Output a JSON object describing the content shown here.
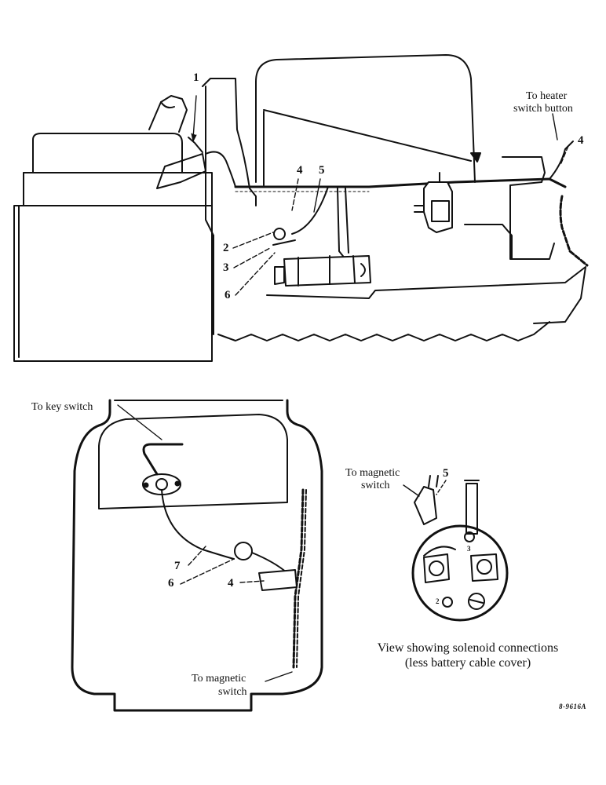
{
  "top_view": {
    "callouts": [
      "1",
      "2",
      "3",
      "4",
      "5",
      "6",
      "4"
    ],
    "heater_label_line1": "To heater",
    "heater_label_line2": "switch button"
  },
  "dash_view": {
    "key_switch_label": "To key switch",
    "magnetic_label_line1": "To magnetic",
    "magnetic_label_line2": "switch",
    "callouts": [
      "7",
      "6",
      "4"
    ]
  },
  "solenoid_view": {
    "magnetic_label_line1": "To magnetic",
    "magnetic_label_line2": "switch",
    "callout": "5",
    "terminal_labels": [
      "3",
      "2"
    ],
    "caption_line1": "View showing solenoid connections",
    "caption_line2": "(less battery cable cover)"
  },
  "figure_id": "8-9616A"
}
